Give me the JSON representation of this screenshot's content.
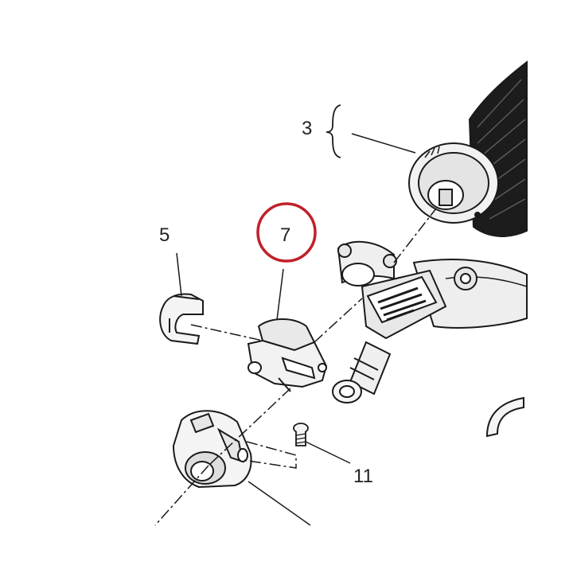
{
  "callouts": {
    "grip": "3",
    "clamp_insert": "5",
    "switch_clamp": "7",
    "screw": "11"
  },
  "highlight_color": "#c0202a",
  "line_color": "#1a1a1a"
}
